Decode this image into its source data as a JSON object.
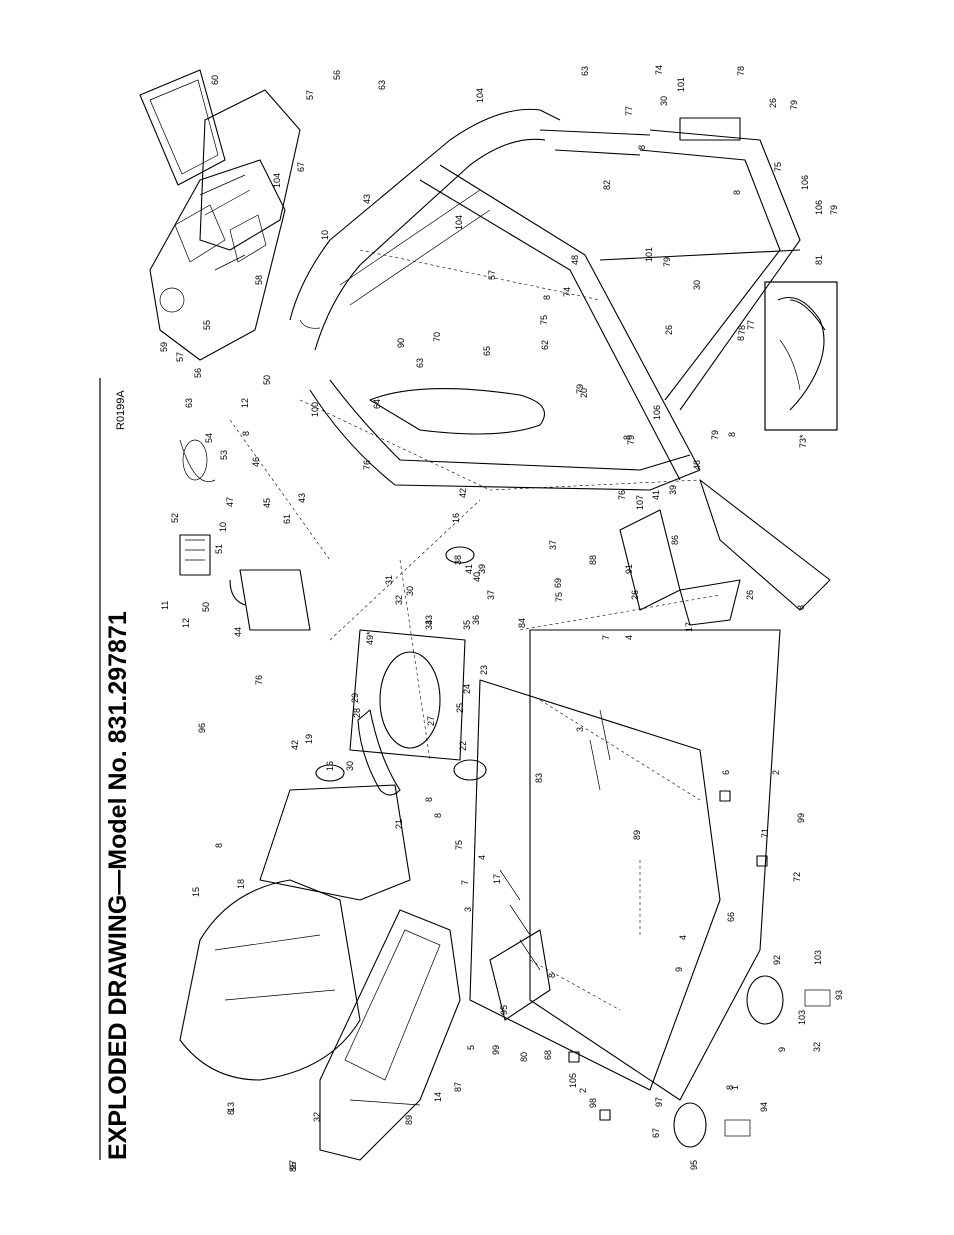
{
  "title": "EXPLODED DRAWING—Model No. 831.297871",
  "drawing_code": "R0199A",
  "callouts": [
    "60",
    "56",
    "57",
    "63",
    "104",
    "67",
    "104",
    "43",
    "10",
    "104",
    "58",
    "55",
    "59",
    "57",
    "56",
    "90",
    "63",
    "70",
    "65",
    "57",
    "63",
    "74",
    "78",
    "101",
    "30",
    "77",
    "26",
    "79",
    "8",
    "75",
    "82",
    "106",
    "106",
    "79",
    "8",
    "81",
    "48",
    "74",
    "30",
    "101",
    "79",
    "8",
    "75",
    "62",
    "26",
    "78",
    "77",
    "8",
    "79",
    "64",
    "20",
    "106",
    "8",
    "79",
    "79",
    "8",
    "48",
    "73*",
    "50",
    "12",
    "8",
    "63",
    "54",
    "53",
    "100",
    "46",
    "76",
    "47",
    "45",
    "43",
    "42",
    "52",
    "10",
    "61",
    "16",
    "51",
    "11",
    "12",
    "50",
    "44",
    "31",
    "32",
    "33",
    "49*",
    "34",
    "35",
    "36",
    "37",
    "38",
    "41",
    "39",
    "40",
    "30",
    "76",
    "96",
    "42",
    "29",
    "28",
    "19",
    "16",
    "30",
    "27",
    "25",
    "24",
    "23",
    "76",
    "41",
    "39",
    "107",
    "86",
    "37",
    "91",
    "88",
    "26",
    "69",
    "75",
    "7",
    "4",
    "17",
    "26",
    "8",
    "84",
    "83",
    "3",
    "22",
    "21",
    "18",
    "8",
    "15",
    "8",
    "8",
    "8",
    "75",
    "7",
    "4",
    "17",
    "3",
    "6",
    "89",
    "2",
    "99",
    "71",
    "72",
    "4",
    "66",
    "9",
    "92",
    "103",
    "93",
    "95",
    "8",
    "5",
    "99",
    "80",
    "68",
    "105",
    "2",
    "98",
    "103",
    "9",
    "32",
    "97",
    "67",
    "1",
    "94",
    "95",
    "8",
    "97",
    "32",
    "89",
    "14",
    "87",
    "13",
    "85",
    "8",
    "89"
  ]
}
